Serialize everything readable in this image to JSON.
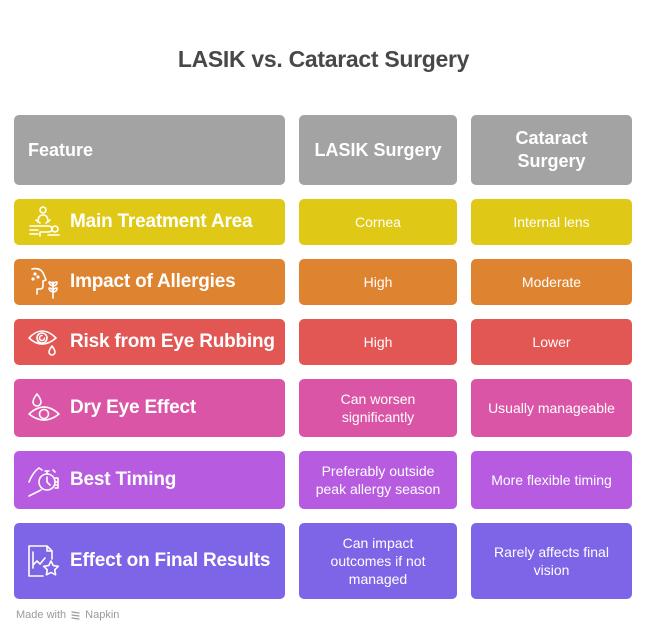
{
  "title": "LASIK vs. Cataract Surgery",
  "header": {
    "feature": "Feature",
    "lasik": "LASIK Surgery",
    "cataract": "Cataract Surgery",
    "color": "#A3A3A3"
  },
  "rows": [
    {
      "feature": "Main Treatment Area",
      "icon": "massage-treatment-icon",
      "lasik": "Cornea",
      "cataract": "Internal lens",
      "color": "#E0C916"
    },
    {
      "feature": "Impact of Allergies",
      "icon": "allergy-pollen-icon",
      "lasik": "High",
      "cataract": "Moderate",
      "color": "#DE8431"
    },
    {
      "feature": "Risk from Eye Rubbing",
      "icon": "eye-tear-icon",
      "lasik": "High",
      "cataract": "Lower",
      "color": "#E25654"
    },
    {
      "feature": "Dry Eye Effect",
      "icon": "dry-eye-drop-icon",
      "lasik": "Can worsen significantly",
      "cataract": "Usually manageable",
      "color": "#DB55A7"
    },
    {
      "feature": "Best Timing",
      "icon": "stopwatch-hand-icon",
      "lasik": "Preferably outside peak allergy season",
      "cataract": "More flexible timing",
      "color": "#B75BE0"
    },
    {
      "feature": "Effect on Final Results",
      "icon": "chart-star-icon",
      "lasik": "Can impact outcomes if not managed",
      "cataract": "Rarely affects final vision",
      "color": "#7E64E6"
    }
  ],
  "footer": {
    "made_with": "Made with",
    "brand": "Napkin"
  }
}
